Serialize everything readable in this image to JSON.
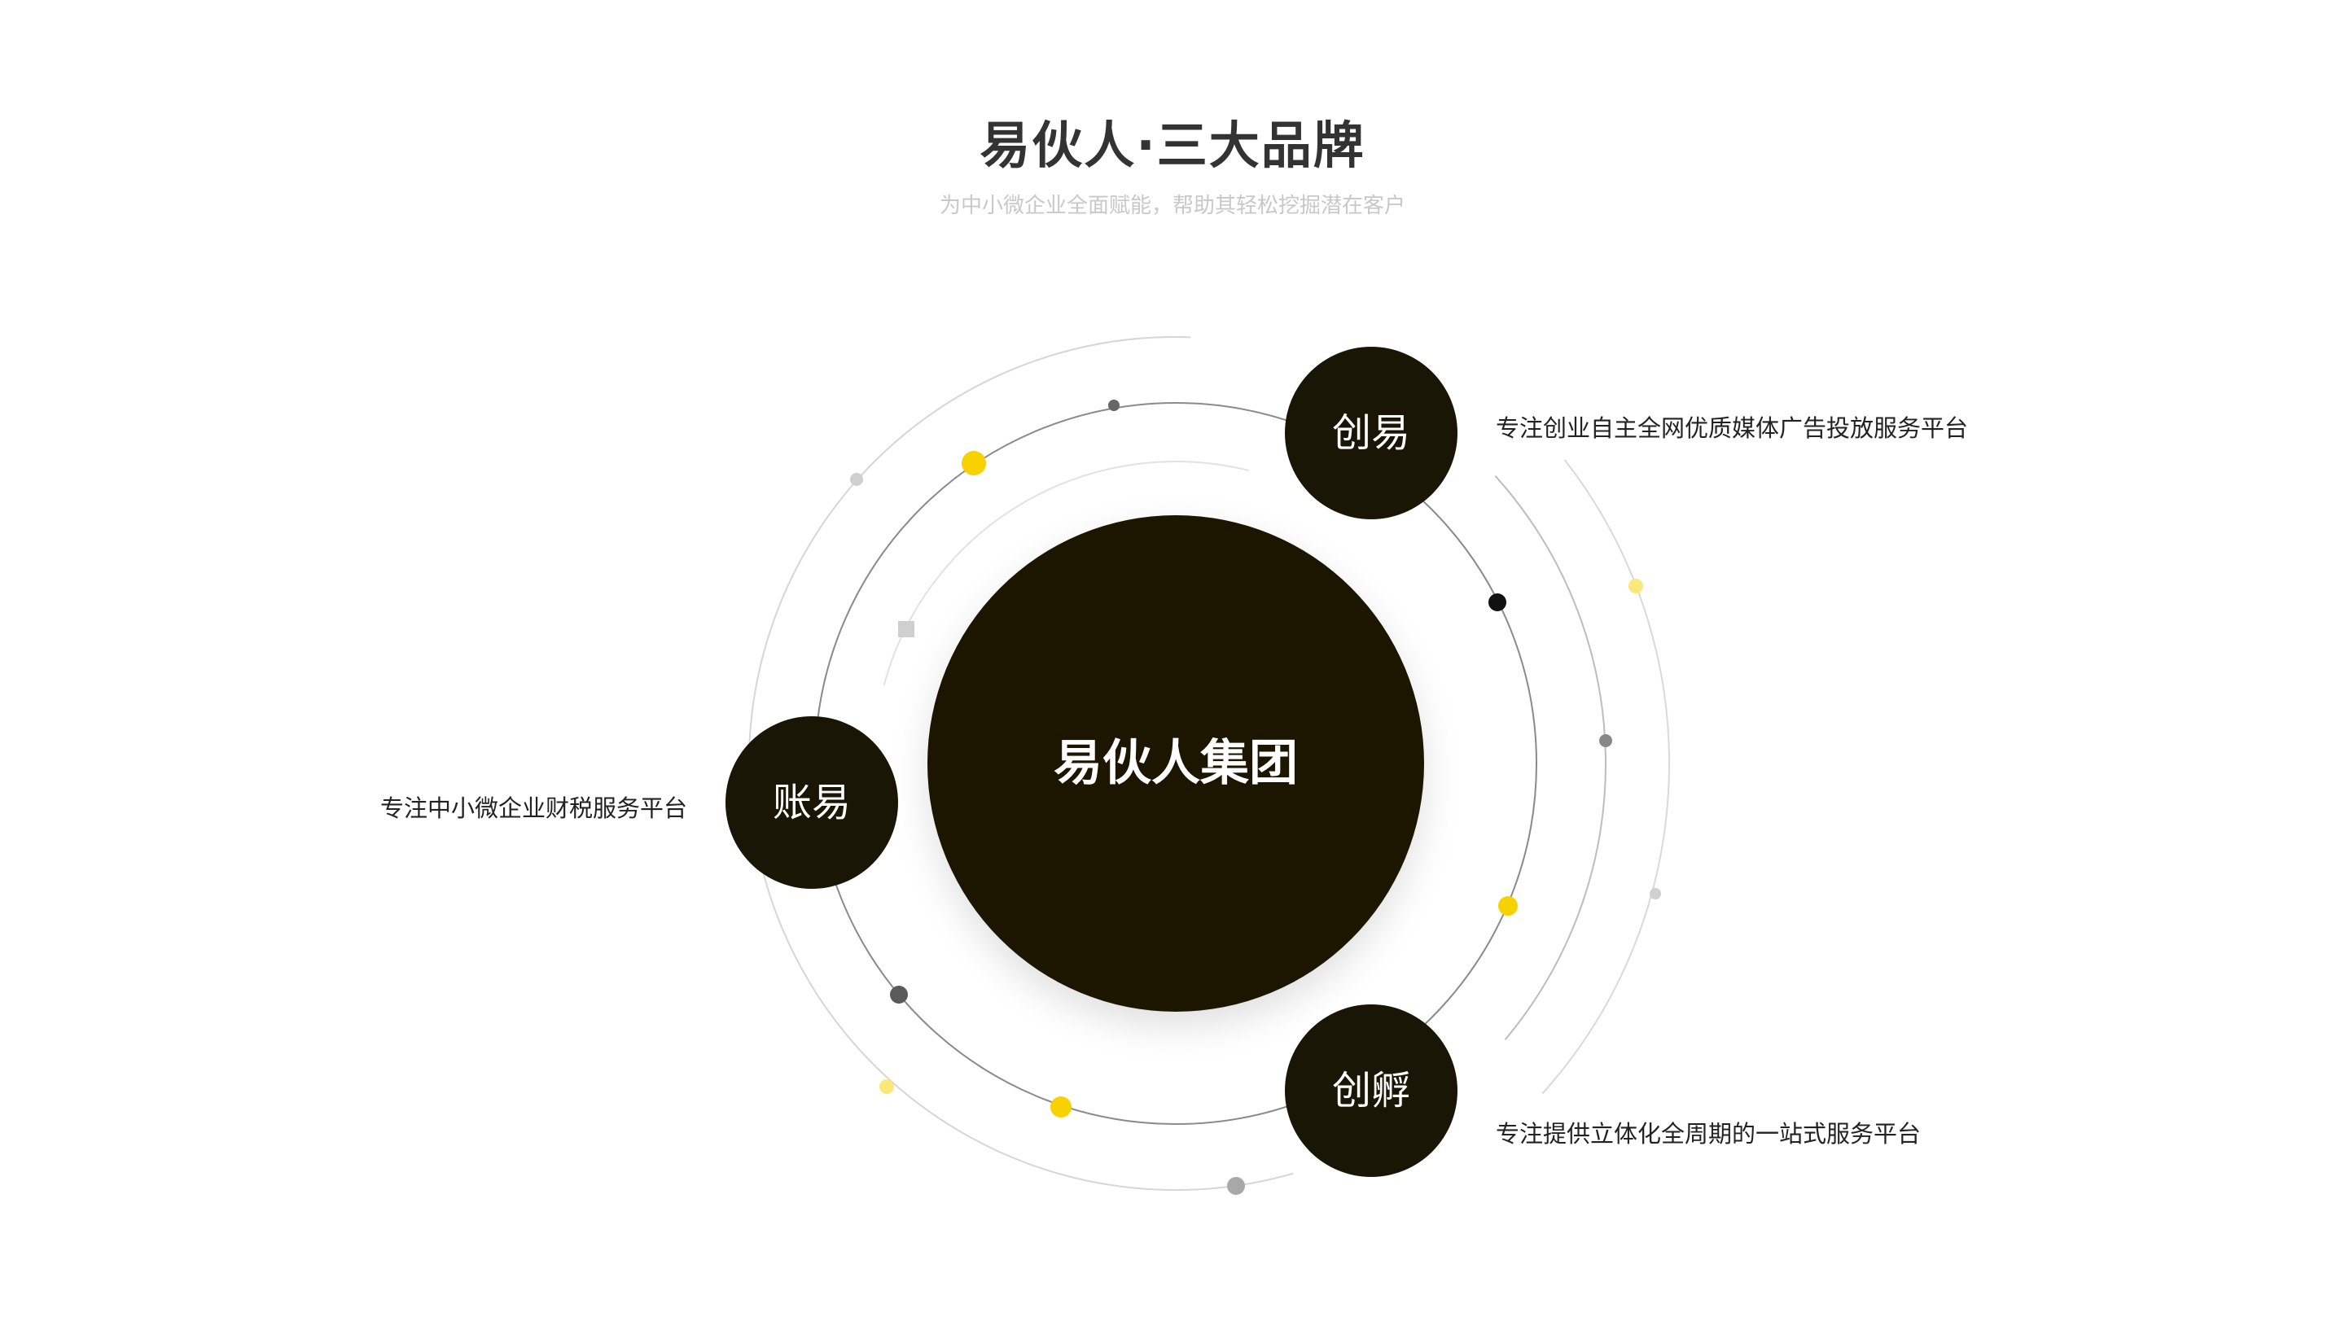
{
  "header": {
    "title": "易伙人·三大品牌",
    "subtitle": "为中小微企业全面赋能，帮助其轻松挖掘潜在客户"
  },
  "center": {
    "label": "易伙人集团"
  },
  "brands": [
    {
      "name": "创易",
      "description": "专注创业自主全网优质媒体广告投放服务平台"
    },
    {
      "name": "账易",
      "description": "专注中小微企业财税服务平台"
    },
    {
      "name": "创孵",
      "description": "专注提供立体化全周期的一站式服务平台"
    }
  ],
  "colors": {
    "dark": "#1a1605",
    "accent": "#f7d200",
    "orbit": "#888888"
  }
}
